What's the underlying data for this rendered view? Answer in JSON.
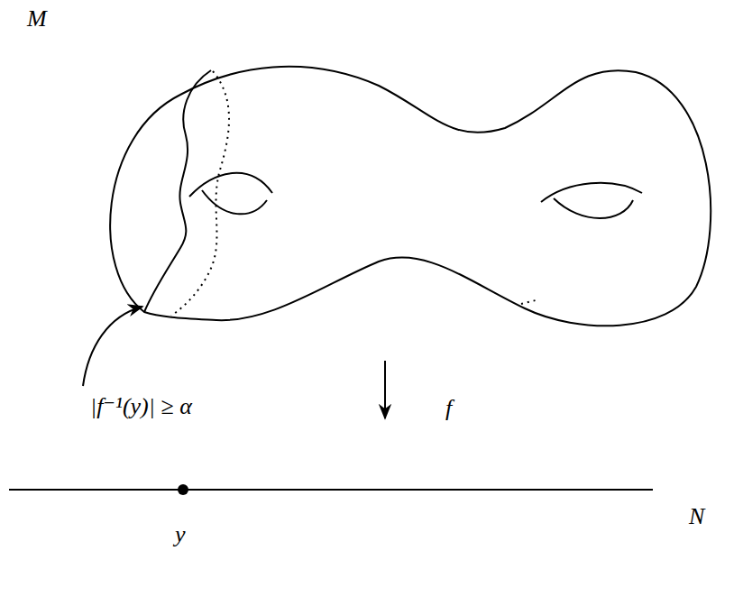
{
  "diagram": {
    "labels": [
      "M",
      "|f⁻¹(y)| ≥ α",
      "f",
      "y",
      "N"
    ]
  }
}
